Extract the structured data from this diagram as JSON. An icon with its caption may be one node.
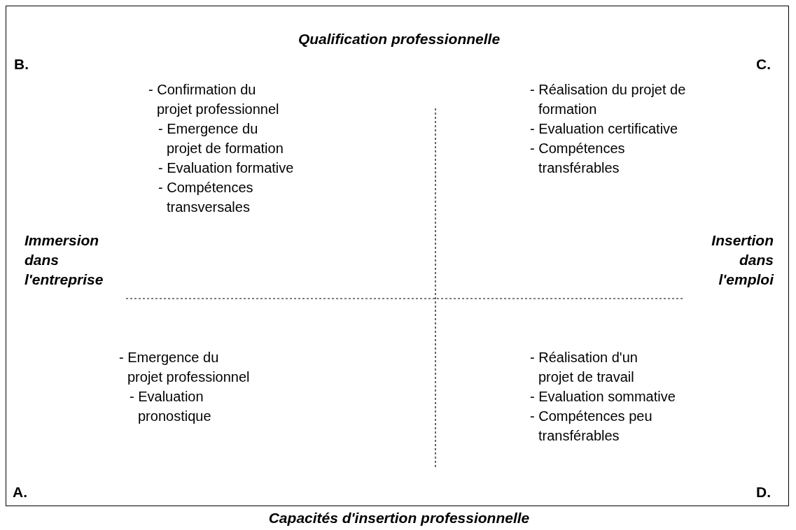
{
  "diagram": {
    "labels": [
      "Qualification professionnelle",
      "B.",
      "C.",
      "- Confirmation du projet professionnel",
      "- Emergence du projet de formation",
      "- Evaluation formative",
      "- Compétences transversales",
      "- Réalisation du projet de formation",
      "- Evaluation certificative",
      "- Compétences transférables",
      "Immersion dans l'entreprise",
      "Insertion dans l'emploi",
      "- Emergence du projet professionnel",
      "- Evaluation pronostique",
      "- Réalisation d'un projet de travail",
      "- Evaluation sommative",
      "- Compétences peu transférables",
      "A.",
      "D.",
      "Capacités d'insertion professionnelle"
    ]
  }
}
